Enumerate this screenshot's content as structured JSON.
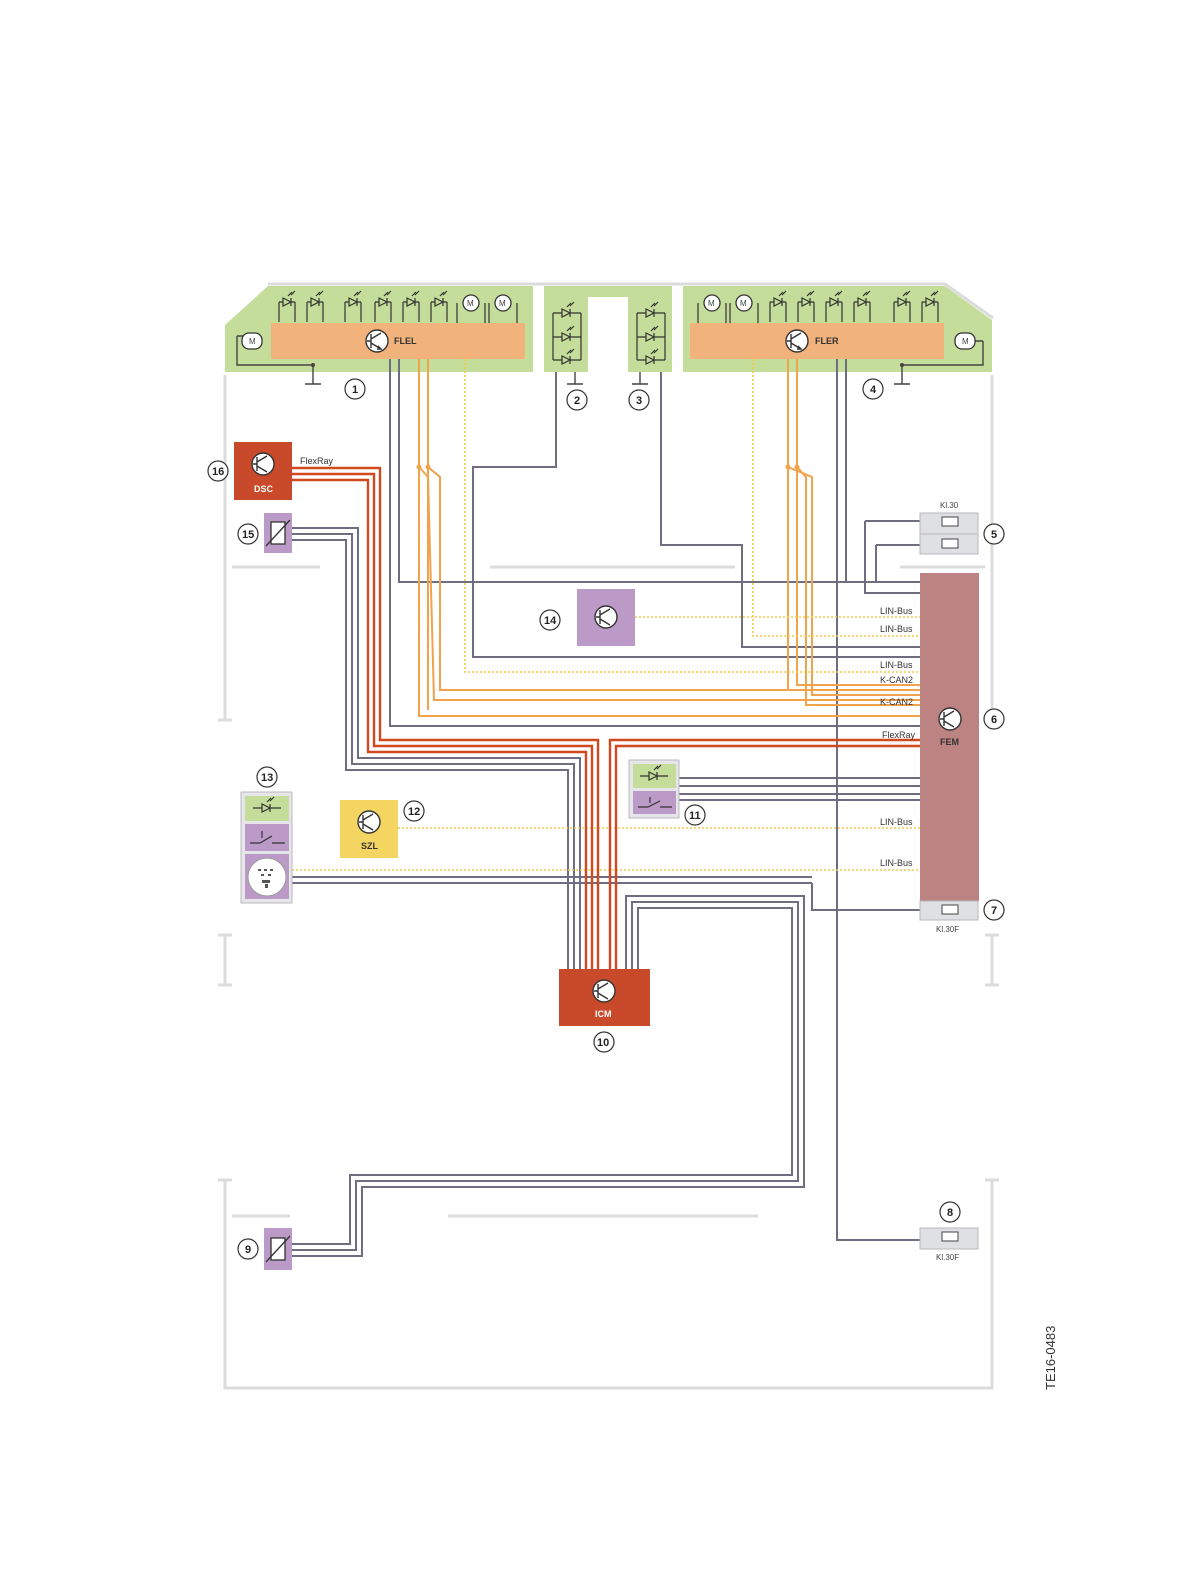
{
  "modules": {
    "flel": "FLEL",
    "fler": "FLER",
    "fem": "FEM",
    "icm": "ICM",
    "dsc": "DSC",
    "szl": "SZL"
  },
  "bus_labels": {
    "flexray_dsc": "FlexRay",
    "lin1": "LIN-Bus",
    "lin2": "LIN-Bus",
    "lin3": "LIN-Bus",
    "kcan_a": "K-CAN2",
    "kcan_b": "K-CAN2",
    "flexray_fem": "FlexRay",
    "lin4": "LIN-Bus",
    "lin5": "LIN-Bus"
  },
  "fuse_labels": {
    "kl30": "Kl.30",
    "kl30f_a": "Kl.30F",
    "kl30f_b": "Kl.30F"
  },
  "motor_label": "M",
  "callouts": [
    "1",
    "2",
    "3",
    "4",
    "5",
    "6",
    "7",
    "8",
    "9",
    "10",
    "11",
    "12",
    "13",
    "14",
    "15",
    "16"
  ],
  "doc_code": "TE16-0483",
  "colors": {
    "ecu_panel_green": "#c5dd9a",
    "ecu_body_orange": "#f1b27c",
    "red_module": "#c94a2a",
    "purple_module": "#bb9ac8",
    "fem_body": "#bd8282",
    "szl_yellow": "#f5d561",
    "wire_gray": "#6e6e80",
    "wire_orange": "#f2a24a",
    "wire_red": "#d2481f",
    "wire_lin": "#f4c94a"
  }
}
